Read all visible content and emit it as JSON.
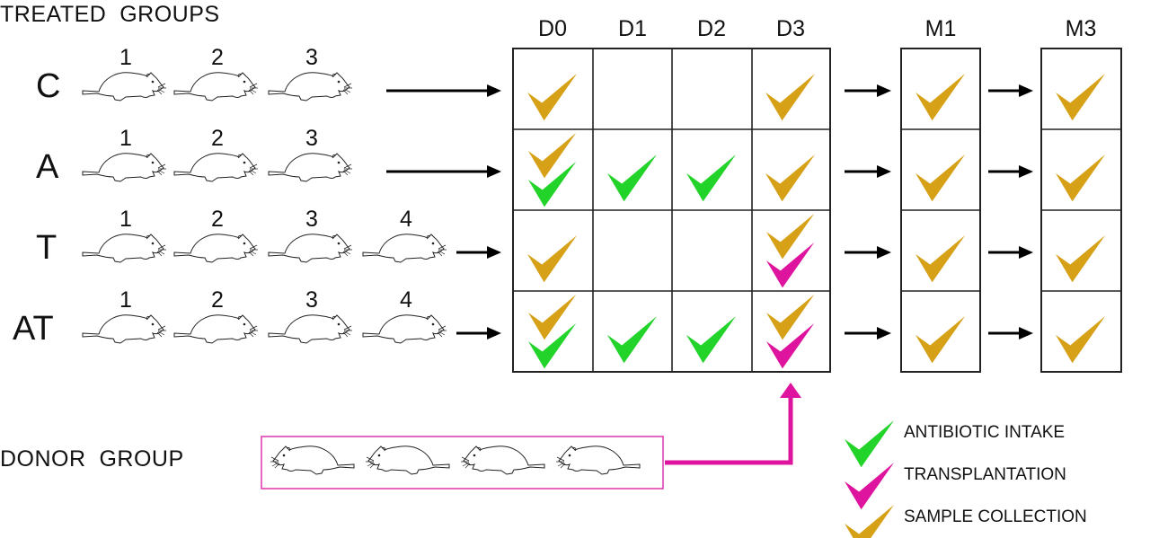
{
  "title_treated": "TREATED  GROUPS",
  "title_donor": "DONOR  GROUP",
  "colors": {
    "antibiotic": "#22d32a",
    "transplantation": "#de149e",
    "sample": "#d6a117",
    "grid": "#222222",
    "donor_box": "#e040b0"
  },
  "timepoints": [
    "D0",
    "D1",
    "D2",
    "D3",
    "M1",
    "M3"
  ],
  "groups": [
    {
      "label": "C",
      "animals": [
        "1",
        "2",
        "3"
      ],
      "cells": {
        "D0": [
          "sample"
        ],
        "D1": [],
        "D2": [],
        "D3": [
          "sample"
        ],
        "M1": [
          "sample"
        ],
        "M3": [
          "sample"
        ]
      }
    },
    {
      "label": "A",
      "animals": [
        "1",
        "2",
        "3"
      ],
      "cells": {
        "D0": [
          "sample",
          "antibiotic"
        ],
        "D1": [
          "antibiotic"
        ],
        "D2": [
          "antibiotic"
        ],
        "D3": [
          "sample"
        ],
        "M1": [
          "sample"
        ],
        "M3": [
          "sample"
        ]
      }
    },
    {
      "label": "T",
      "animals": [
        "1",
        "2",
        "3",
        "4"
      ],
      "cells": {
        "D0": [
          "sample"
        ],
        "D1": [],
        "D2": [],
        "D3": [
          "sample",
          "transplantation"
        ],
        "M1": [
          "sample"
        ],
        "M3": [
          "sample"
        ]
      }
    },
    {
      "label": "AT",
      "animals": [
        "1",
        "2",
        "3",
        "4"
      ],
      "cells": {
        "D0": [
          "sample",
          "antibiotic"
        ],
        "D1": [
          "antibiotic"
        ],
        "D2": [
          "antibiotic"
        ],
        "D3": [
          "sample",
          "transplantation"
        ],
        "M1": [
          "sample"
        ],
        "M3": [
          "sample"
        ]
      }
    }
  ],
  "donor_animals": 4,
  "legend": [
    {
      "key": "antibiotic",
      "label": "ANTIBIOTIC INTAKE"
    },
    {
      "key": "transplantation",
      "label": "TRANSPLANTATION"
    },
    {
      "key": "sample",
      "label": "SAMPLE COLLECTION"
    }
  ]
}
